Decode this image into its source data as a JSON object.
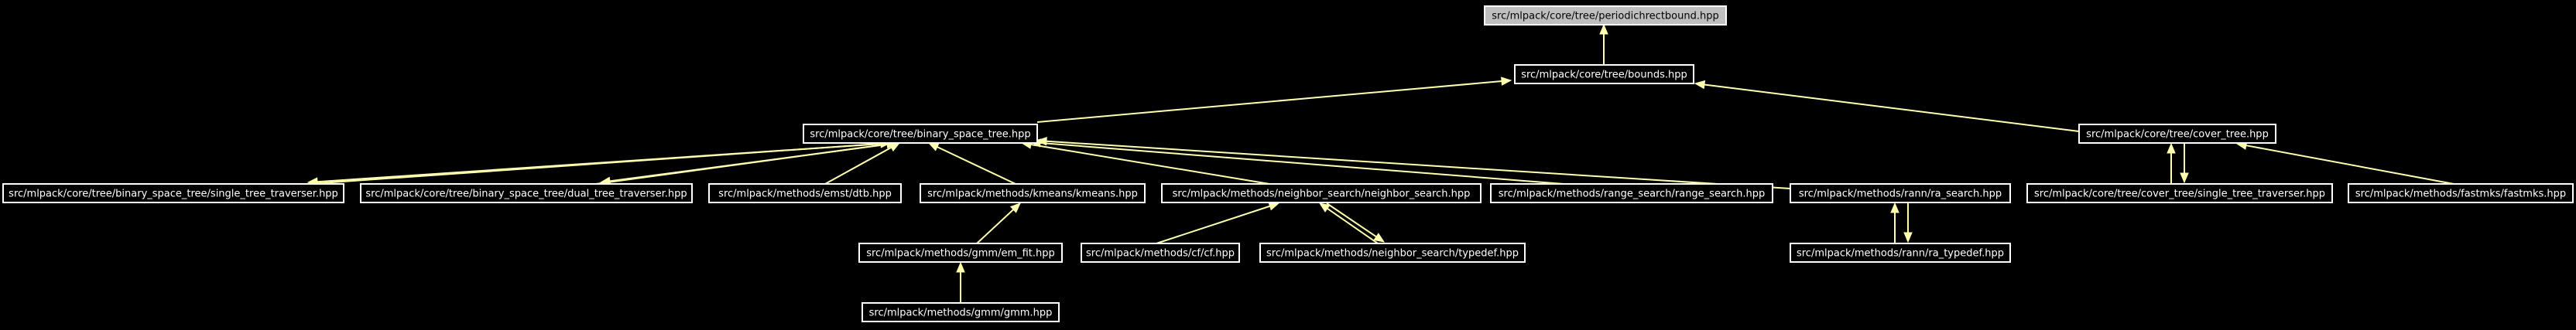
{
  "graph": {
    "colors": {
      "background": "#000000",
      "node_border": "#ffffff",
      "root_fill": "#bfbfbf",
      "edge": "#ffffb0"
    },
    "nodes": [
      {
        "id": "periodichrectbound",
        "label": "src/mlpack/core/tree/periodichrectbound.hpp",
        "root": true
      },
      {
        "id": "bounds",
        "label": "src/mlpack/core/tree/bounds.hpp"
      },
      {
        "id": "binary_space_tree",
        "label": "src/mlpack/core/tree/binary_space_tree.hpp"
      },
      {
        "id": "cover_tree",
        "label": "src/mlpack/core/tree/cover_tree.hpp"
      },
      {
        "id": "bst_single",
        "label": "src/mlpack/core/tree/binary_space_tree/single_tree_traverser.hpp"
      },
      {
        "id": "bst_dual",
        "label": "src/mlpack/core/tree/binary_space_tree/dual_tree_traverser.hpp"
      },
      {
        "id": "dtb",
        "label": "src/mlpack/methods/emst/dtb.hpp"
      },
      {
        "id": "kmeans",
        "label": "src/mlpack/methods/kmeans/kmeans.hpp"
      },
      {
        "id": "neighbor_search",
        "label": "src/mlpack/methods/neighbor_search/neighbor_search.hpp"
      },
      {
        "id": "range_search",
        "label": "src/mlpack/methods/range_search/range_search.hpp"
      },
      {
        "id": "ra_search",
        "label": "src/mlpack/methods/rann/ra_search.hpp"
      },
      {
        "id": "ct_single",
        "label": "src/mlpack/core/tree/cover_tree/single_tree_traverser.hpp"
      },
      {
        "id": "fastmks",
        "label": "src/mlpack/methods/fastmks/fastmks.hpp"
      },
      {
        "id": "em_fit",
        "label": "src/mlpack/methods/gmm/em_fit.hpp"
      },
      {
        "id": "cf",
        "label": "src/mlpack/methods/cf/cf.hpp"
      },
      {
        "id": "ns_typedef",
        "label": "src/mlpack/methods/neighbor_search/typedef.hpp"
      },
      {
        "id": "ra_typedef",
        "label": "src/mlpack/methods/rann/ra_typedef.hpp"
      },
      {
        "id": "gmm",
        "label": "src/mlpack/methods/gmm/gmm.hpp"
      }
    ],
    "edges": [
      {
        "from": "bounds",
        "to": "periodichrectbound"
      },
      {
        "from": "binary_space_tree",
        "to": "bounds"
      },
      {
        "from": "cover_tree",
        "to": "bounds"
      },
      {
        "from": "bst_single",
        "to": "binary_space_tree"
      },
      {
        "from": "binary_space_tree",
        "to": "bst_single"
      },
      {
        "from": "bst_dual",
        "to": "binary_space_tree"
      },
      {
        "from": "binary_space_tree",
        "to": "bst_dual"
      },
      {
        "from": "dtb",
        "to": "binary_space_tree"
      },
      {
        "from": "kmeans",
        "to": "binary_space_tree"
      },
      {
        "from": "neighbor_search",
        "to": "binary_space_tree"
      },
      {
        "from": "range_search",
        "to": "binary_space_tree"
      },
      {
        "from": "ra_search",
        "to": "binary_space_tree"
      },
      {
        "from": "ct_single",
        "to": "cover_tree"
      },
      {
        "from": "cover_tree",
        "to": "ct_single"
      },
      {
        "from": "fastmks",
        "to": "cover_tree"
      },
      {
        "from": "em_fit",
        "to": "kmeans"
      },
      {
        "from": "gmm",
        "to": "em_fit"
      },
      {
        "from": "cf",
        "to": "neighbor_search"
      },
      {
        "from": "ns_typedef",
        "to": "neighbor_search"
      },
      {
        "from": "neighbor_search",
        "to": "ns_typedef"
      },
      {
        "from": "ra_typedef",
        "to": "ra_search"
      },
      {
        "from": "ra_search",
        "to": "ra_typedef"
      }
    ]
  }
}
